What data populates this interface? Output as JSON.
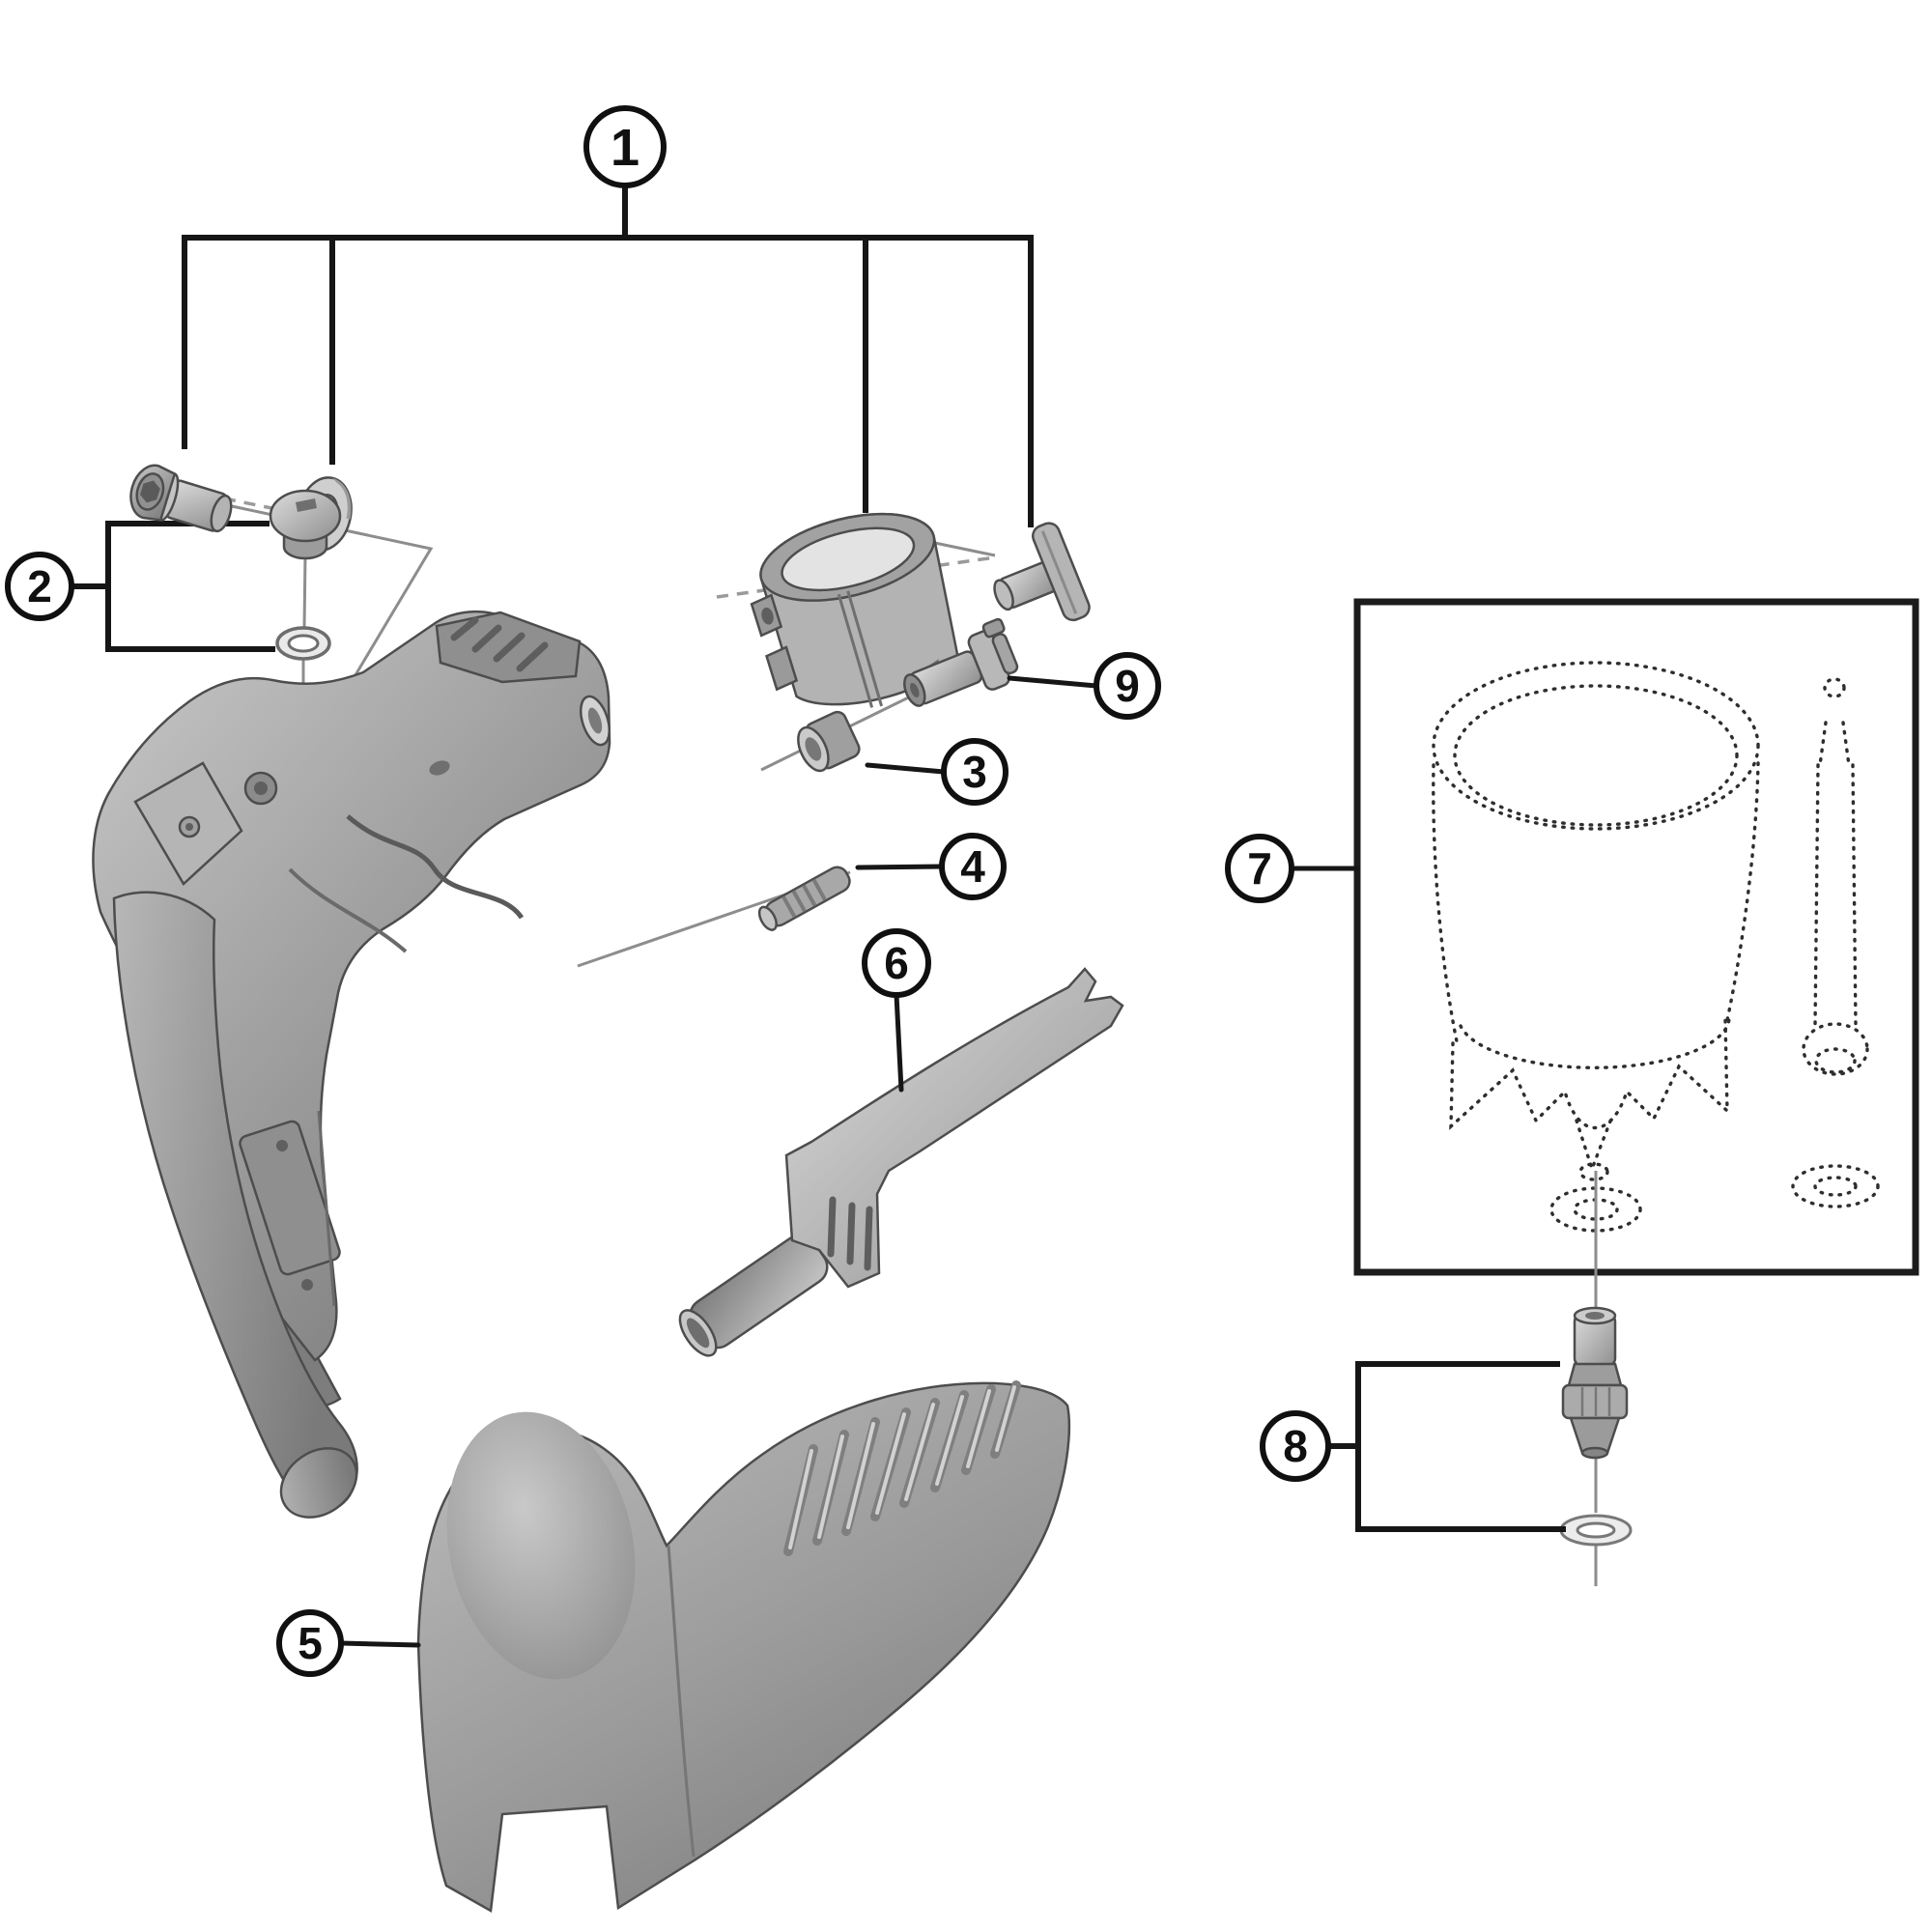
{
  "figure": {
    "kind": "exploded-parts-diagram",
    "callouts": [
      {
        "number": "1"
      },
      {
        "number": "2"
      },
      {
        "number": "3"
      },
      {
        "number": "4"
      },
      {
        "number": "5"
      },
      {
        "number": "6"
      },
      {
        "number": "7"
      },
      {
        "number": "8"
      },
      {
        "number": "9"
      }
    ],
    "palette": {
      "background": "#ffffff",
      "outline_black": "#161616",
      "leader_gray": "#8d8d8d",
      "dotted_outline": "#2e2e2e",
      "part_light": "#d9d9d9",
      "part_mid": "#a8a8a8",
      "part_dark": "#6e6e6e"
    }
  }
}
